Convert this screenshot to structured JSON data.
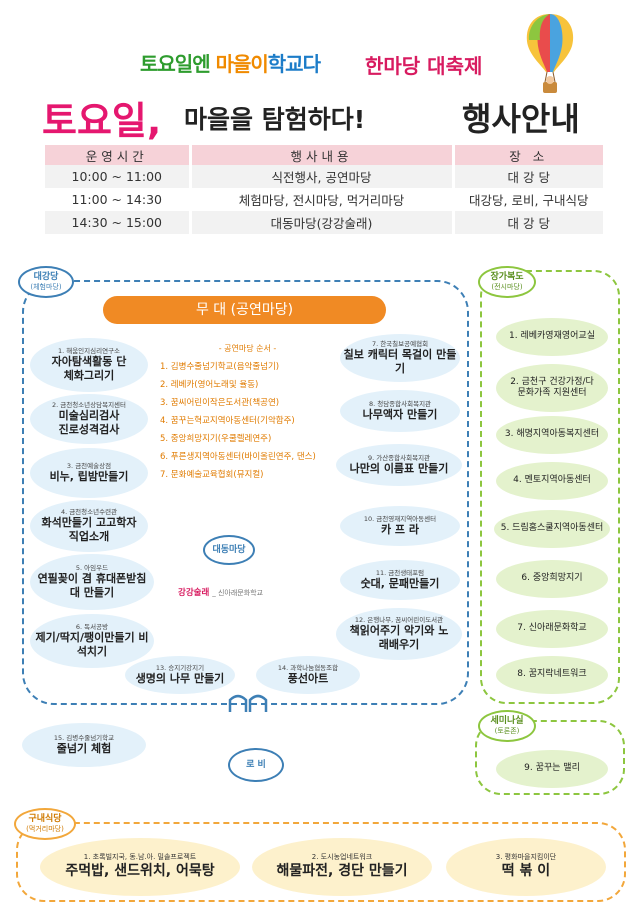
{
  "header": {
    "logo_parts": [
      "토요일엔 ",
      "마을이",
      "학교다"
    ],
    "festival": "한마당 대축제",
    "title_main": "토요일,",
    "title_sub": "마을을 탐험하다!",
    "title_right": "행사안내"
  },
  "schedule": {
    "headers": [
      "운영시간",
      "행사내용",
      "장 소"
    ],
    "rows": [
      [
        "10:00 ~ 11:00",
        "식전행사, 공연마당",
        "대 강 당"
      ],
      [
        "11:00 ~ 14:30",
        "체험마당, 전시마당, 먹거리마당",
        "대강당, 로비, 구내식당"
      ],
      [
        "14:30 ~ 15:00",
        "대동마당(강강술래)",
        "대 강 당"
      ]
    ]
  },
  "tags": {
    "auditorium": "대강당",
    "auditorium_sub": "(체험마당)",
    "hallway": "장가복도",
    "hallway_sub": "(전시마당)",
    "seminar": "세미나실",
    "seminar_sub": "(토론존)",
    "cafeteria": "구내식당",
    "cafeteria_sub": "(먹거리마당)",
    "daedong": "대동마당",
    "lobby": "로 비"
  },
  "stage": "무 대 (공연마당)",
  "performance": {
    "head": "- 공연마당 순서 -",
    "items": [
      "1. 김병수줄넘기학교(음악줄넘기)",
      "2. 레베카(영어노래및 율동)",
      "3. 꿈씨어린이작은도서관(책공연)",
      "4. 꿈꾸는혁교지역아동센터(기악합주)",
      "5. 중앙희망지기(우쿨렐레연주)",
      "6. 푸른생지역아동센터(바이올린연주, 댄스)",
      "7. 문화예술교육협회(뮤지컬)"
    ]
  },
  "daedong": {
    "main": "강강술래",
    "sub": "_ 신아래문화학교"
  },
  "left_booths": [
    {
      "org": "1. 해움인지심리연구소",
      "act": "자아탐색활동 단체화그리기"
    },
    {
      "org": "2. 금천청소년상담복지센터",
      "act": "미술심리검사 진로성격검사"
    },
    {
      "org": "3. 금천예술상점",
      "act": "비누, 립밤만들기"
    },
    {
      "org": "4. 금천청소년수련관",
      "act": "화석만들기 고고학자 직업소개"
    },
    {
      "org": "5. 아임우드",
      "act": "연필꽂이 겸 휴대폰받침대 만들기"
    },
    {
      "org": "6. 독서공방",
      "act": "제기/딱지/팽이만들기 비석치기"
    }
  ],
  "bottom_booths": [
    {
      "org": "13. 승지기강지기",
      "act": "생명의 나무 만들기"
    },
    {
      "org": "14. 과학나눔협동조합",
      "act": "풍선아트"
    }
  ],
  "right_booths": [
    {
      "org": "7. 한국칠보공예협회",
      "act": "칠보 캐릭터 목걸이 만들기"
    },
    {
      "org": "8. 청담종합사회복지관",
      "act": "나무액자 만들기"
    },
    {
      "org": "9. 가산종합사회복지관",
      "act": "나만의 이름표 만들기"
    },
    {
      "org": "10. 금천영재지역아동센터",
      "act": "카 프 라"
    },
    {
      "org": "11. 금천생태포럼",
      "act": "숫대, 문패만들기"
    },
    {
      "org": "12. 은행나무, 꿈씨어린이도서관",
      "act": "책읽어주기 악기와 노래배우기"
    }
  ],
  "lobby_booth": {
    "org": "15. 김병수줄넘기학교",
    "act": "줄넘기 체험"
  },
  "hallway_items": [
    "1. 레베카영재영어교실",
    "2. 금천구 건강가정/다문화가족 지원센터",
    "3. 해명지역아동복지센터",
    "4. 멘토지역아동센터",
    "5. 드림홈스쿨지역아동센터",
    "6. 중앙희망지기",
    "7. 신아래문화학교",
    "8. 꿈지락네트워크"
  ],
  "seminar_item": "9. 꿈꾸는 맬리",
  "cafeteria_items": [
    {
      "org": "1. 초록빌지국, 동.남.아. 밀솔프로젝트",
      "act": "주먹밥, 샌드위치, 어묵탕"
    },
    {
      "org": "2. 도시농업네트워크",
      "act": "해물파전, 경단 만들기"
    },
    {
      "org": "3. 평화마을지킴이단",
      "act": "떡 볶 이"
    }
  ],
  "colors": {
    "pink": "#e5176f",
    "stage_orange": "#f08a24",
    "booth_blue": "#e3f1fa",
    "booth_green": "#e4f2cd",
    "booth_yellow": "#fdf1cc",
    "line_blue": "#3d7fb5",
    "line_green": "#8dc63f",
    "line_orange": "#f2a73b"
  },
  "icons": [
    "hot-air-balloon-icon",
    "gate-icon"
  ]
}
